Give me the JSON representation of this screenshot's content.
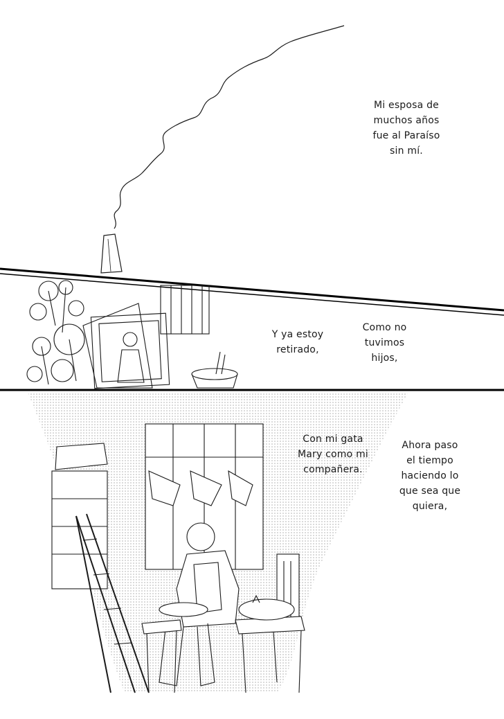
{
  "captions": {
    "wife": [
      "Mi esposa de",
      "muchos años",
      "fue al Paraíso",
      "sin mí."
    ],
    "retired": [
      "Y ya estoy",
      "retirado,"
    ],
    "no_children": [
      "Como no",
      "tuvimos",
      "hijos,"
    ],
    "cat": [
      "Con mi gata",
      "Mary como mi",
      "compañera."
    ],
    "now": [
      "Ahora paso",
      "el tiempo",
      "haciendo lo",
      "que sea que",
      "quiera,"
    ]
  },
  "colors": {
    "ink": "#1a1a1a",
    "screentone": "#cfcfcf",
    "paper": "#ffffff"
  }
}
